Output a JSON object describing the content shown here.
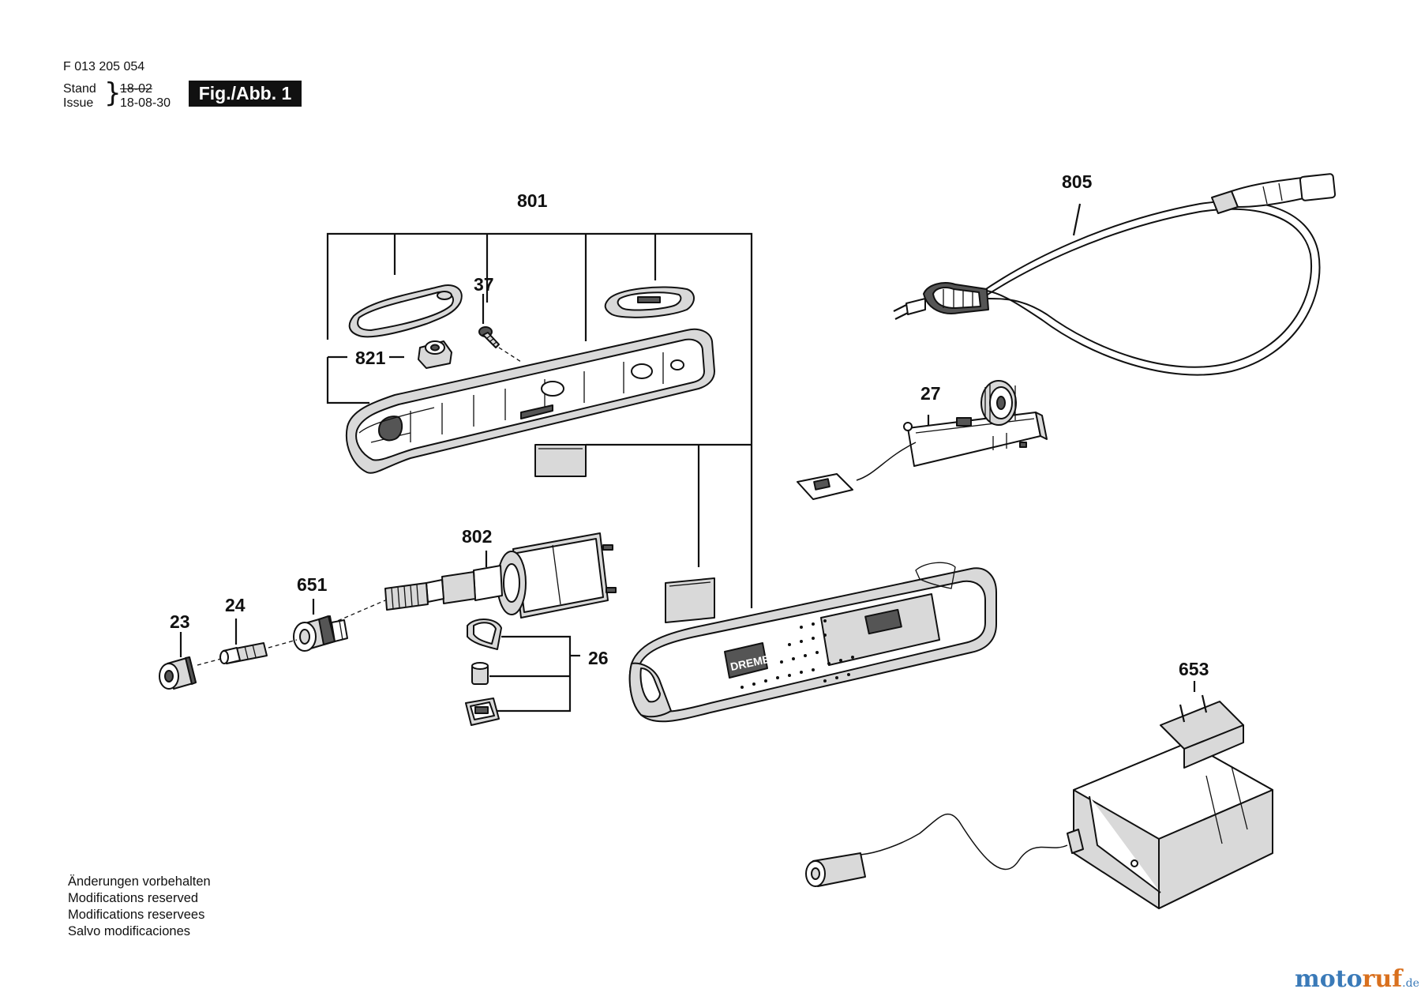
{
  "header": {
    "doc_number": "F 013 205 054",
    "stand_label": "Stand",
    "issue_label": "Issue",
    "stand_value": "18-02",
    "issue_value": "18-08-30",
    "figure_label": "Fig./Abb. 1"
  },
  "callouts": {
    "c801": "801",
    "c37": "37",
    "c821": "821",
    "c805": "805",
    "c27": "27",
    "c802": "802",
    "c651": "651",
    "c24": "24",
    "c23": "23",
    "c26": "26",
    "c653": "653"
  },
  "brand_text": "DREMEL",
  "notes": [
    "Änderungen vorbehalten",
    "Modifications reserved",
    "Modifications reservees",
    "Salvo modificaciones"
  ],
  "watermark": {
    "part1": "moto",
    "part2": "ruf",
    "part3": ".de"
  }
}
